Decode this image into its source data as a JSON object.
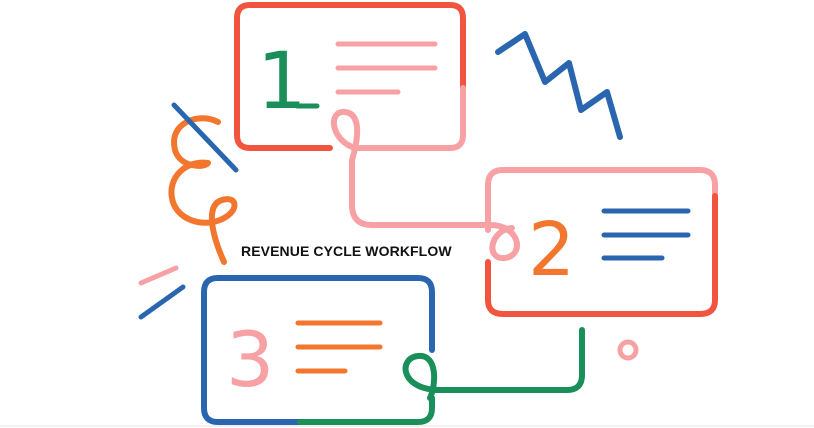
{
  "title": "REVENUE CYCLE WORKFLOW",
  "colors": {
    "red": "#f2553f",
    "pink": "#f7a1a5",
    "green": "#1a8f5a",
    "blue": "#2a66b0",
    "orange": "#f2762e"
  },
  "steps": [
    {
      "number": "1",
      "number_color": "green",
      "lines_color": "pink"
    },
    {
      "number": "2",
      "number_color": "orange",
      "lines_color": "blue"
    },
    {
      "number": "3",
      "number_color": "pink",
      "lines_color": "orange"
    }
  ],
  "decorations": [
    "zigzag-doodle",
    "orange-squiggle-doodle",
    "slash-doodles",
    "small-circle-doodle"
  ]
}
